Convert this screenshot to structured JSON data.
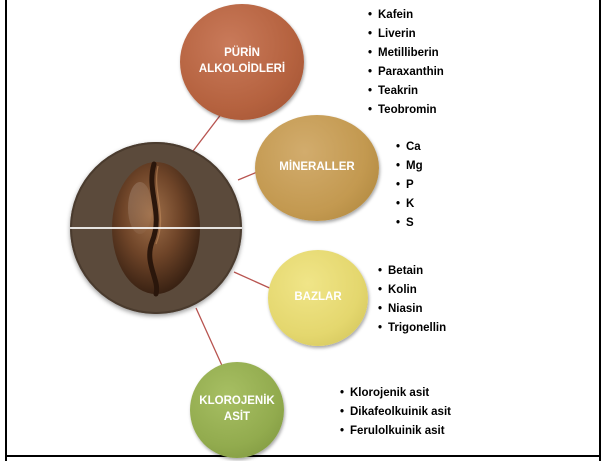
{
  "bubbles": {
    "purin": {
      "label": "PÜRİN\nALKOLOİDLERİ",
      "color": "#b5623f"
    },
    "mineral": {
      "label": "MİNERALLER",
      "color": "#c39950"
    },
    "bazlar": {
      "label": "BAZLAR",
      "color": "#e4d76e"
    },
    "kloro": {
      "label": "KLOROJENİK\nASİT",
      "color": "#92ab4e"
    }
  },
  "lists": {
    "purin": [
      "Kafein",
      "Liverin",
      "Metilliberin",
      "Paraxanthin",
      "Teakrin",
      "Teobromin"
    ],
    "mineral": [
      "Ca",
      "Mg",
      "P",
      "K",
      "S"
    ],
    "bazlar": [
      "Betain",
      "Kolin",
      "Niasin",
      "Trigonellin"
    ],
    "kloro": [
      "Klorojenik asit",
      "Dikafeolkuinik asit",
      "Ferulolkuinik  asit"
    ]
  },
  "connector_color": "#b85450",
  "image": {
    "icon": "coffee-bean-icon"
  }
}
